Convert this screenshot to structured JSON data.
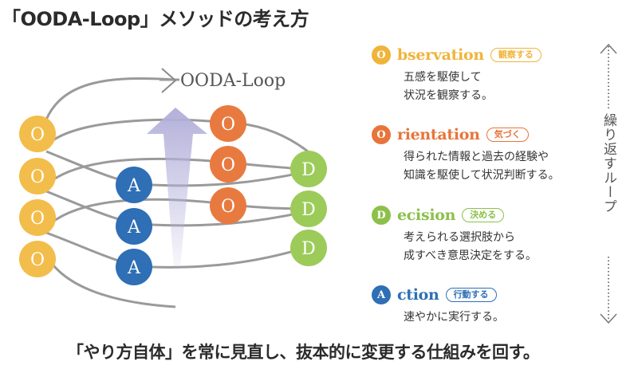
{
  "title": "「OODA-Loop」メソッドの考え方",
  "diagram": {
    "loop_label": "OODA-Loop",
    "colors": {
      "observe": "#f2bd4a",
      "orient": "#e87a40",
      "decide": "#9ccb5a",
      "act": "#2e6fb5",
      "arrow": "#b6b4dc",
      "line": "#999999"
    },
    "nodes": {
      "observe": [
        "O",
        "O",
        "O",
        "O"
      ],
      "orient": [
        "O",
        "O",
        "O"
      ],
      "decide": [
        "D",
        "D",
        "D"
      ],
      "act": [
        "A",
        "A",
        "A"
      ]
    }
  },
  "steps": [
    {
      "letter": "O",
      "word": "bservation",
      "tag": "観察する",
      "lines": [
        "五感を駆使して",
        "状況を観察する。"
      ],
      "color": "#f0b43a"
    },
    {
      "letter": "O",
      "word": "rientation",
      "tag": "気づく",
      "lines": [
        "得られた情報と過去の経験や",
        "知識を駆使して状況判断する。"
      ],
      "color": "#e8743a"
    },
    {
      "letter": "D",
      "word": "ecision",
      "tag": "決める",
      "lines": [
        "考えられる選択肢から",
        "成すべき意思決定をする。"
      ],
      "color": "#8cc04a"
    },
    {
      "letter": "A",
      "word": "ction",
      "tag": "行動する",
      "lines": [
        "速やかに実行する。"
      ],
      "color": "#2e6fb5"
    }
  ],
  "repeat_label": "繰り返すループ",
  "footer": "「やり方自体」を常に見直し、抜本的に変更する仕組みを回す。"
}
